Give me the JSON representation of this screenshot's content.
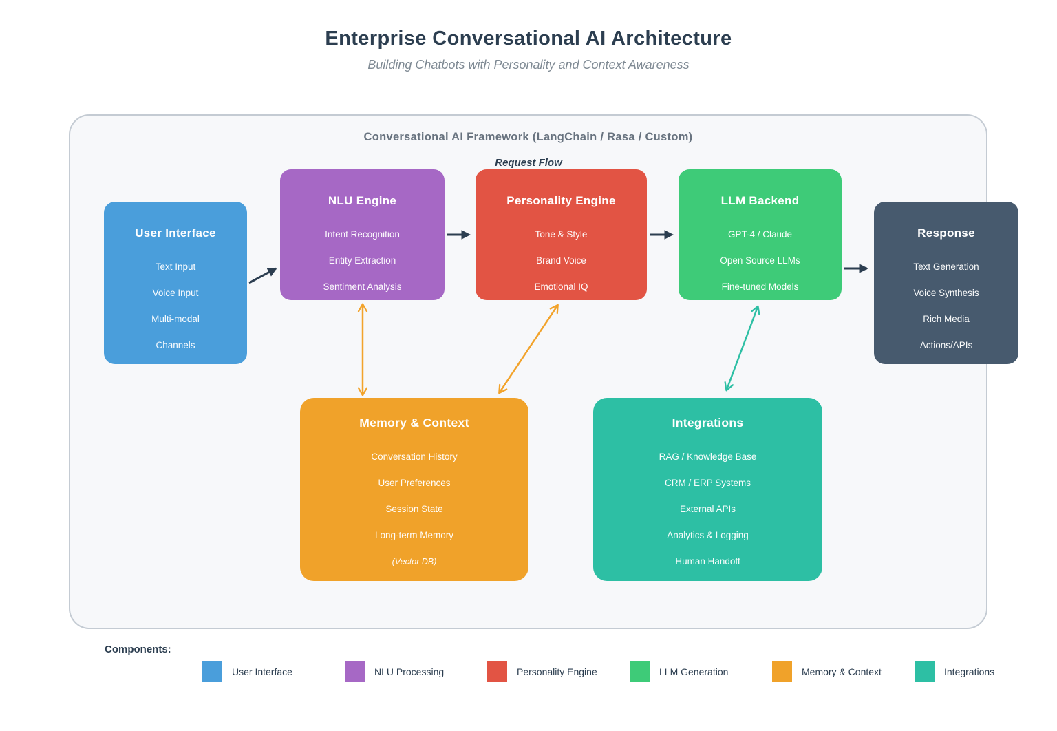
{
  "title": "Enterprise Conversational AI Architecture",
  "subtitle": "Building Chatbots with Personality and Context Awareness",
  "framework": {
    "label": "Conversational AI Framework (LangChain / Rasa / Custom)",
    "flow_label": "Request Flow"
  },
  "boxes": {
    "user_interface": {
      "title": "User Interface",
      "items": [
        "Text Input",
        "Voice Input",
        "Multi-modal",
        "Channels"
      ],
      "color": "#4a9edb"
    },
    "nlu_engine": {
      "title": "NLU Engine",
      "items": [
        "Intent Recognition",
        "Entity Extraction",
        "Sentiment Analysis"
      ],
      "color": "#a668c5"
    },
    "personality_engine": {
      "title": "Personality Engine",
      "items": [
        "Tone & Style",
        "Brand Voice",
        "Emotional IQ"
      ],
      "color": "#e25444"
    },
    "llm_backend": {
      "title": "LLM Backend",
      "items": [
        "GPT-4 / Claude",
        "Open Source LLMs",
        "Fine-tuned Models"
      ],
      "color": "#3ecb78"
    },
    "response": {
      "title": "Response",
      "items": [
        "Text Generation",
        "Voice Synthesis",
        "Rich Media",
        "Actions/APIs"
      ],
      "color": "#475a6e"
    },
    "memory_context": {
      "title": "Memory & Context",
      "items": [
        "Conversation History",
        "User Preferences",
        "Session State",
        "Long-term Memory"
      ],
      "note": "(Vector DB)",
      "color": "#f0a22a"
    },
    "integrations": {
      "title": "Integrations",
      "items": [
        "RAG / Knowledge Base",
        "CRM / ERP Systems",
        "External APIs",
        "Analytics & Logging",
        "Human Handoff"
      ],
      "color": "#2dbfa4"
    }
  },
  "legend": {
    "label": "Components:",
    "items": [
      {
        "label": "User Interface",
        "color": "#4a9edb"
      },
      {
        "label": "NLU Processing",
        "color": "#a668c5"
      },
      {
        "label": "Personality Engine",
        "color": "#e25444"
      },
      {
        "label": "LLM Generation",
        "color": "#3ecb78"
      },
      {
        "label": "Memory & Context",
        "color": "#f0a22a"
      },
      {
        "label": "Integrations",
        "color": "#2dbfa4"
      }
    ]
  },
  "colors": {
    "flow_arrow": "#2c3e50",
    "memory_arrow": "#f2a32b",
    "integration_arrow": "#2dbfa4"
  }
}
